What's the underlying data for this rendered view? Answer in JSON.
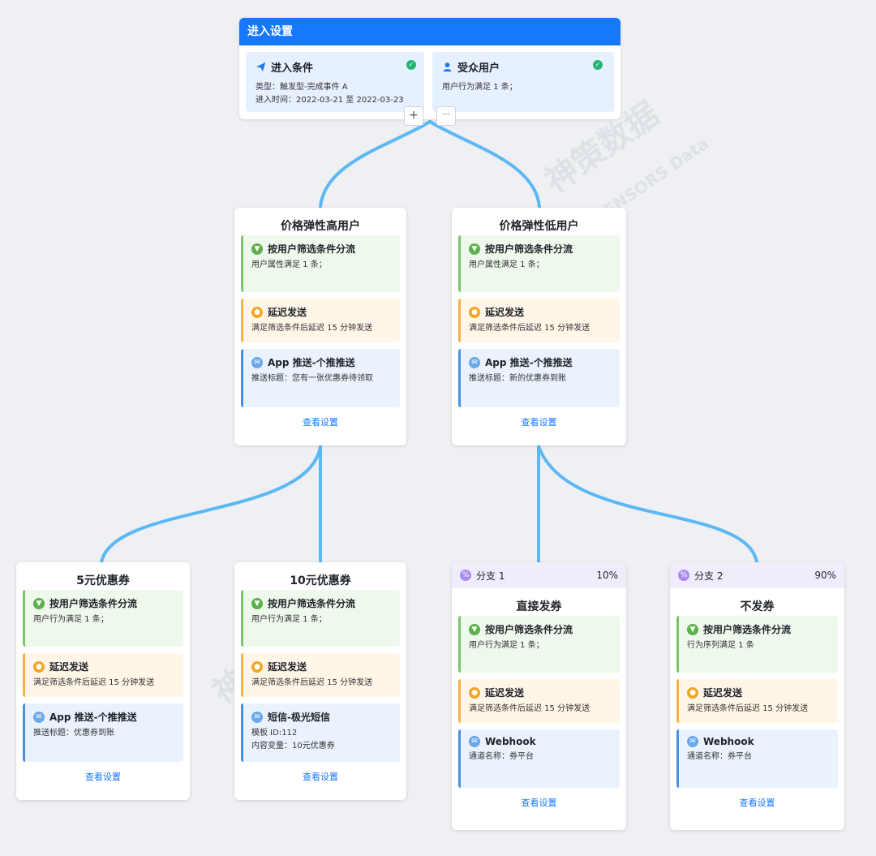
{
  "entry": {
    "title": "进入设置",
    "condition": {
      "title": "进入条件",
      "type_line": "类型：触发型-完成事件 A",
      "time_line": "进入时间：2022-03-21 至 2022-03-23"
    },
    "audience": {
      "title": "受众用户",
      "line": "用户行为满足 1 条；"
    },
    "add_label": "+",
    "more_label": "···"
  },
  "watermark": {
    "cn": "神策数据",
    "en": "SENSORS Data"
  },
  "nodes": [
    {
      "title": "价格弹性高用户",
      "steps": [
        {
          "kind": "filter",
          "title": "按用户筛选条件分流",
          "lines": [
            "用户属性满足 1 条；"
          ]
        },
        {
          "kind": "delay",
          "title": "延迟发送",
          "lines": [
            "满足筛选条件后延迟 15 分钟发送"
          ]
        },
        {
          "kind": "push",
          "title": "App 推送-个推推送",
          "lines": [
            "推送标题：您有一张优惠券待领取"
          ]
        }
      ],
      "view": "查看设置"
    },
    {
      "title": "价格弹性低用户",
      "steps": [
        {
          "kind": "filter",
          "title": "按用户筛选条件分流",
          "lines": [
            "用户属性满足 1 条；"
          ]
        },
        {
          "kind": "delay",
          "title": "延迟发送",
          "lines": [
            "满足筛选条件后延迟 15 分钟发送"
          ]
        },
        {
          "kind": "push",
          "title": "App 推送-个推推送",
          "lines": [
            "推送标题：新的优惠券到账"
          ]
        }
      ],
      "view": "查看设置"
    },
    {
      "title": "5元优惠券",
      "steps": [
        {
          "kind": "filter",
          "title": "按用户筛选条件分流",
          "lines": [
            "用户行为满足 1 条；"
          ]
        },
        {
          "kind": "delay",
          "title": "延迟发送",
          "lines": [
            "满足筛选条件后延迟 15 分钟发送"
          ]
        },
        {
          "kind": "push",
          "title": "App 推送-个推推送",
          "lines": [
            "推送标题：优惠券到账"
          ]
        }
      ],
      "view": "查看设置"
    },
    {
      "title": "10元优惠券",
      "steps": [
        {
          "kind": "filter",
          "title": "按用户筛选条件分流",
          "lines": [
            "用户行为满足 1 条；"
          ]
        },
        {
          "kind": "delay",
          "title": "延迟发送",
          "lines": [
            "满足筛选条件后延迟 15 分钟发送"
          ]
        },
        {
          "kind": "push",
          "title": "短信-极光短信",
          "lines": [
            "模板 ID:112",
            "内容变量：10元优惠券"
          ]
        }
      ],
      "view": "查看设置"
    },
    {
      "branch": {
        "label": "分支 1",
        "pct": "10%"
      },
      "title": "直接发券",
      "steps": [
        {
          "kind": "filter",
          "title": "按用户筛选条件分流",
          "lines": [
            "用户行为满足 1 条；"
          ]
        },
        {
          "kind": "delay",
          "title": "延迟发送",
          "lines": [
            "满足筛选条件后延迟 15 分钟发送"
          ]
        },
        {
          "kind": "push",
          "title": "Webhook",
          "lines": [
            "通道名称：券平台"
          ]
        }
      ],
      "view": "查看设置"
    },
    {
      "branch": {
        "label": "分支 2",
        "pct": "90%"
      },
      "title": "不发券",
      "steps": [
        {
          "kind": "filter",
          "title": "按用户筛选条件分流",
          "lines": [
            "行为序列满足 1 条"
          ]
        },
        {
          "kind": "delay",
          "title": "延迟发送",
          "lines": [
            "满足筛选条件后延迟 15 分钟发送"
          ]
        },
        {
          "kind": "push",
          "title": "Webhook",
          "lines": [
            "通道名称：券平台"
          ]
        }
      ],
      "view": "查看设置"
    }
  ],
  "colors": {
    "accent": "#1677ff",
    "connector": "#5cb8f5"
  },
  "icons": {
    "condition": "paper-plane-icon",
    "audience": "user-icon",
    "check": "check-circle-icon",
    "filter": "filter-icon",
    "delay": "clock-icon",
    "push": "message-icon",
    "branch": "split-icon"
  }
}
